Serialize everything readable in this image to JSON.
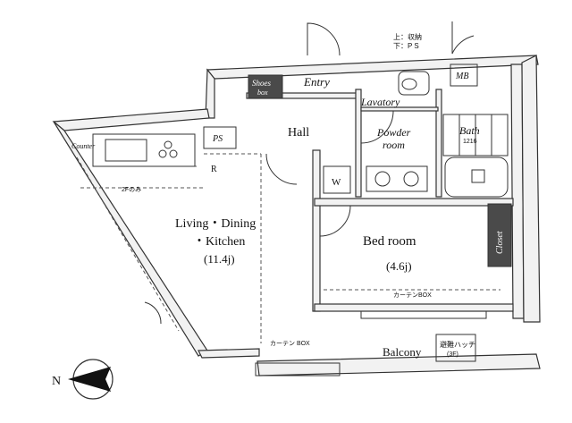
{
  "rooms": {
    "entry": "Entry",
    "hall": "Hall",
    "lavatory": "Lavatory",
    "powder_room_line1": "Powder",
    "powder_room_line2": "room",
    "bath": "Bath",
    "bath_size": "1216",
    "mb": "MB",
    "shoes_box_line1": "Shoes",
    "shoes_box_line2": "box",
    "ps": "PS",
    "washer": "W",
    "refrigerator": "R",
    "counter": "Counter",
    "ldk_line1": "Living・Dining",
    "ldk_line2": "・Kitchen",
    "ldk_size": "(11.4j)",
    "bedroom": "Bed room",
    "bedroom_size": "(4.6j)",
    "closet": "Closet",
    "balcony": "Balcony"
  },
  "notes": {
    "storage_top": "上：収納",
    "storage_bottom": "下：P S",
    "curtain_box": "カーテン BOX",
    "curtain_box_bedroom": "カーテンBOX",
    "evac_hatch_line1": "避難ハッチ",
    "evac_hatch_line2": "(3F)",
    "floor_marker": "2Fのみ"
  },
  "compass": {
    "north_label": "N"
  }
}
